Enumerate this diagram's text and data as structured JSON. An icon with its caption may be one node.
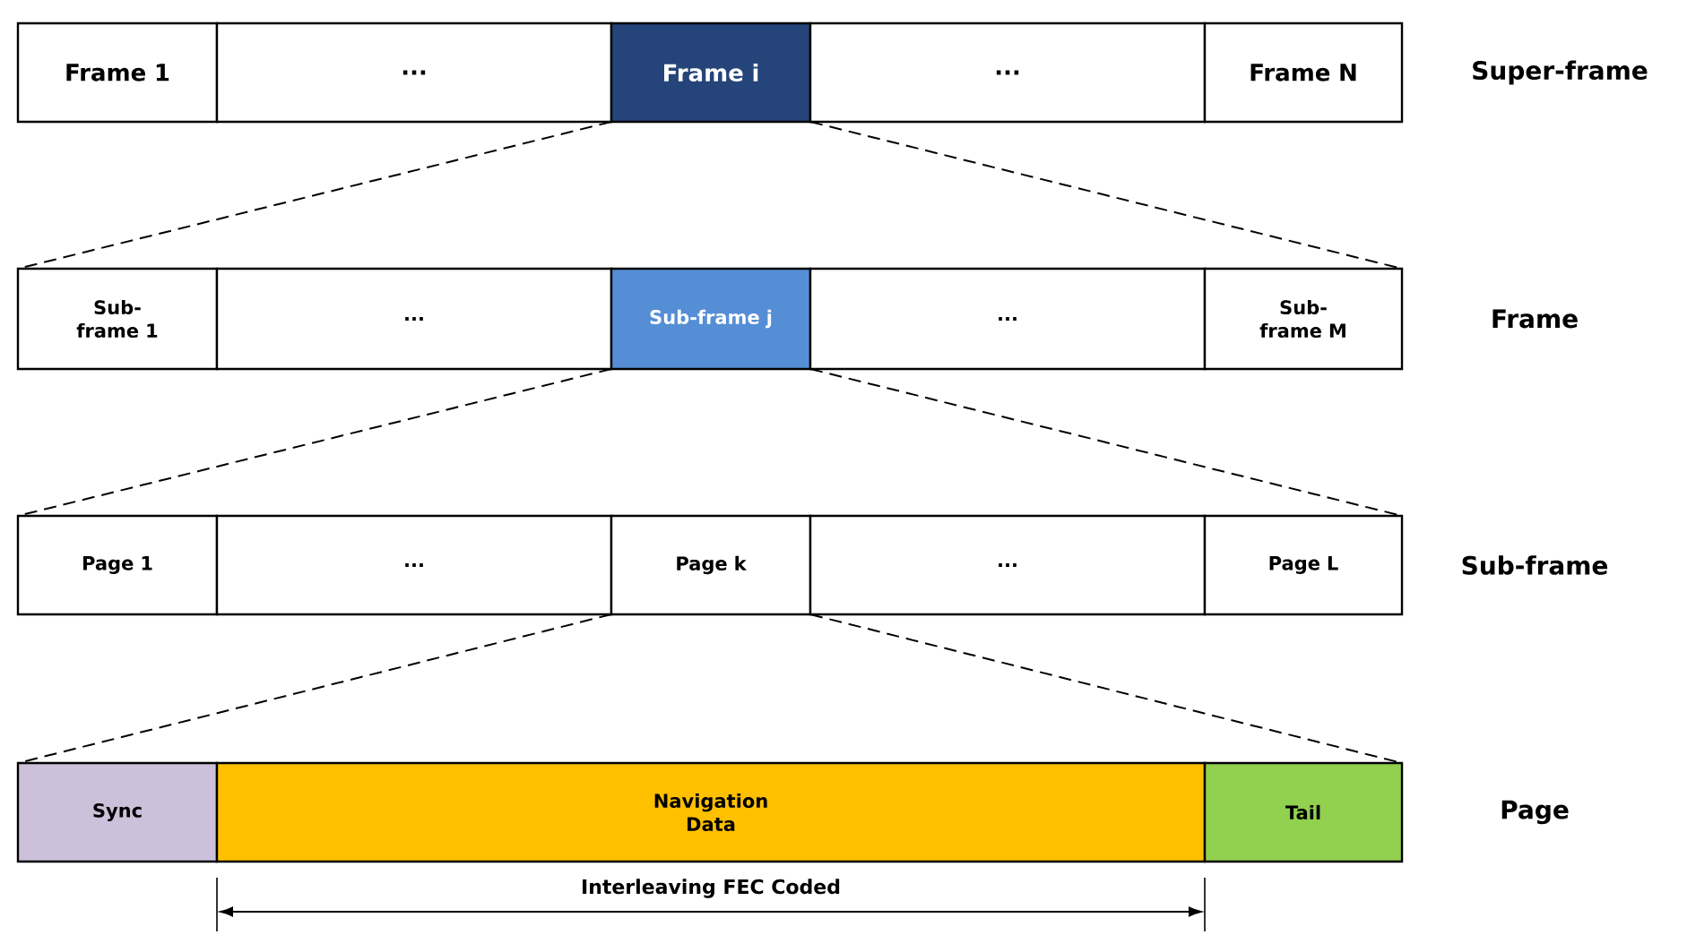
{
  "diagram": {
    "nodes": [
      {
        "text": [
          "Frame 1"
        ]
      },
      {
        "text": [
          "..."
        ]
      },
      {
        "text": [
          "Frame i"
        ]
      },
      {
        "text": [
          "..."
        ]
      },
      {
        "text": [
          "Frame N"
        ]
      },
      {
        "text": [
          "Sub-frame 1"
        ]
      },
      {
        "text": [
          "..."
        ]
      },
      {
        "text": [
          "Sub-frame j"
        ]
      },
      {
        "text": [
          "..."
        ]
      },
      {
        "text": [
          "Sub-frame M"
        ]
      },
      {
        "text": [
          "Page 1"
        ]
      },
      {
        "text": [
          "..."
        ]
      },
      {
        "text": [
          "Page k"
        ]
      },
      {
        "text": [
          "..."
        ]
      },
      {
        "text": [
          "Page L"
        ]
      },
      {
        "text": [
          "Sync"
        ]
      },
      {
        "text": [
          "Navigation Data"
        ]
      },
      {
        "text": [
          "Tail"
        ]
      }
    ],
    "edges": [
      {
        "from": 2,
        "to": 5,
        "arrow": "none",
        "style": "dashed"
      },
      {
        "from": 2,
        "to": 9,
        "arrow": "none",
        "style": "dashed"
      },
      {
        "from": 7,
        "to": 10,
        "arrow": "none",
        "style": "dashed"
      },
      {
        "from": 7,
        "to": 14,
        "arrow": "none",
        "style": "dashed"
      },
      {
        "from": 12,
        "to": 15,
        "arrow": "none",
        "style": "dashed"
      },
      {
        "from": 12,
        "to": 17,
        "arrow": "none",
        "style": "dashed"
      }
    ],
    "labels": [
      "Super-frame",
      "Frame",
      "Sub-frame",
      "Page",
      "Interleaving FEC Coded"
    ]
  }
}
